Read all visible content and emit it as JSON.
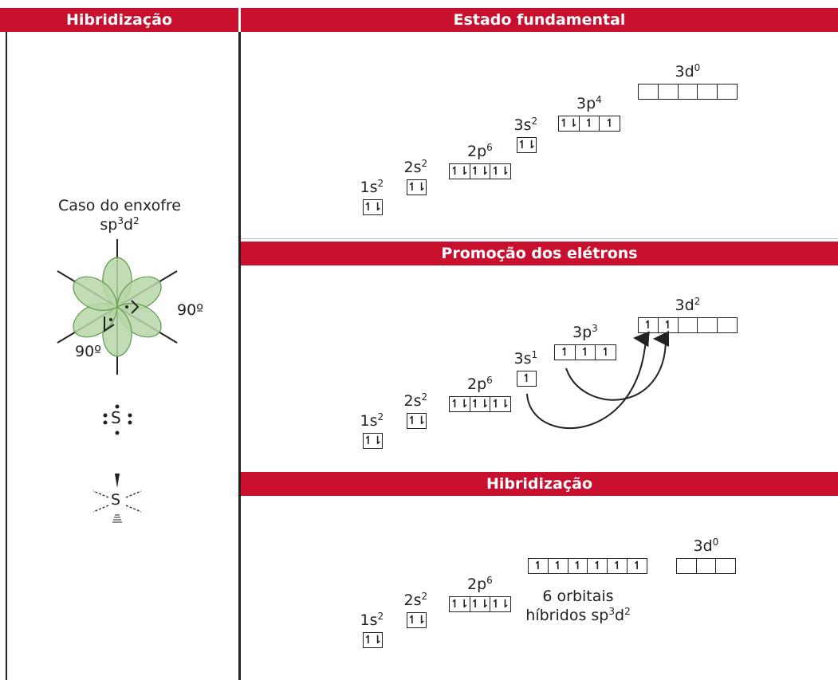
{
  "headers": {
    "col_left": "Hibridização",
    "col_right": "Estado fundamental",
    "section2": "Promoção dos elétrons",
    "section3": "Hibridização"
  },
  "left": {
    "case_line1": "Caso do enxofre",
    "case_base": "sp",
    "case_sup1": "3",
    "case_mid": "d",
    "case_sup2": "2",
    "angle_right": "90º",
    "angle_left": "90º",
    "lewis_symbol": "S",
    "wedge_symbol": "S"
  },
  "colors": {
    "header_bg": "#c8102e",
    "lobe_fill": "#b7d7a8",
    "lobe_stroke": "#5f9a4b"
  },
  "sections": [
    {
      "name": "estado-fundamental",
      "orbitals": [
        {
          "name": "1s",
          "base": "1s",
          "sup": "2",
          "cells": [
            "↿⇂"
          ]
        },
        {
          "name": "2s",
          "base": "2s",
          "sup": "2",
          "cells": [
            "↿⇂"
          ]
        },
        {
          "name": "2p",
          "base": "2p",
          "sup": "6",
          "cells": [
            "↿⇂",
            "↿⇂",
            "↿⇂"
          ]
        },
        {
          "name": "3s",
          "base": "3s",
          "sup": "2",
          "cells": [
            "↿⇂"
          ]
        },
        {
          "name": "3p",
          "base": "3p",
          "sup": "4",
          "cells": [
            "↿⇂",
            "↿",
            "↿"
          ]
        },
        {
          "name": "3d",
          "base": "3d",
          "sup": "0",
          "cells": [
            "",
            "",
            "",
            "",
            ""
          ]
        }
      ]
    },
    {
      "name": "promocao",
      "orbitals": [
        {
          "name": "1s",
          "base": "1s",
          "sup": "2",
          "cells": [
            "↿⇂"
          ]
        },
        {
          "name": "2s",
          "base": "2s",
          "sup": "2",
          "cells": [
            "↿⇂"
          ]
        },
        {
          "name": "2p",
          "base": "2p",
          "sup": "6",
          "cells": [
            "↿⇂",
            "↿⇂",
            "↿⇂"
          ]
        },
        {
          "name": "3s",
          "base": "3s",
          "sup": "1",
          "cells": [
            "↿"
          ]
        },
        {
          "name": "3p",
          "base": "3p",
          "sup": "3",
          "cells": [
            "↿",
            "↿",
            "↿"
          ]
        },
        {
          "name": "3d",
          "base": "3d",
          "sup": "2",
          "cells": [
            "↿",
            "↿",
            "",
            "",
            ""
          ]
        }
      ]
    },
    {
      "name": "hibridizacao",
      "orbitals": [
        {
          "name": "1s",
          "base": "1s",
          "sup": "2",
          "cells": [
            "↿⇂"
          ]
        },
        {
          "name": "2s",
          "base": "2s",
          "sup": "2",
          "cells": [
            "↿⇂"
          ]
        },
        {
          "name": "2p",
          "base": "2p",
          "sup": "6",
          "cells": [
            "↿⇂",
            "↿⇂",
            "↿⇂"
          ]
        },
        {
          "name": "hybrid",
          "cells": [
            "↿",
            "↿",
            "↿",
            "↿",
            "↿",
            "↿"
          ]
        },
        {
          "name": "3d",
          "base": "3d",
          "sup": "0",
          "cells": [
            "",
            "",
            ""
          ]
        }
      ],
      "hybrid_label_line1": "6 orbitais",
      "hybrid_label_base": "híbridos sp",
      "hybrid_label_sup1": "3",
      "hybrid_label_mid": "d",
      "hybrid_label_sup2": "2"
    }
  ]
}
